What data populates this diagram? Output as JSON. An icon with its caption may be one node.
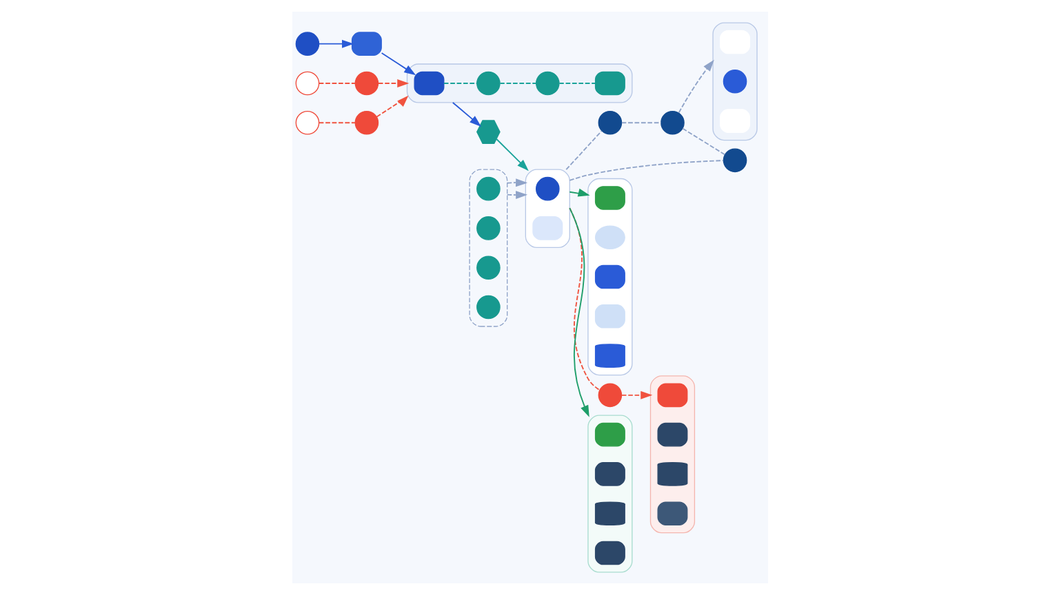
{
  "diagram": {
    "nodes": [
      {
        "text": [],
        "shape": "circle"
      },
      {
        "text": [],
        "shape": "circle"
      },
      {
        "text": [],
        "shape": "circle"
      },
      {
        "text": [],
        "shape": "box"
      },
      {
        "text": [],
        "shape": "circle"
      },
      {
        "text": [],
        "shape": "circle"
      },
      {
        "text": [],
        "shape": "box"
      },
      {
        "text": [],
        "shape": "box",
        "in": 6
      },
      {
        "text": [],
        "shape": "circle",
        "in": 6
      },
      {
        "text": [],
        "shape": "circle",
        "in": 6
      },
      {
        "text": [],
        "shape": "box",
        "in": 6
      },
      {
        "text": [],
        "shape": "hexagon"
      },
      {
        "text": [],
        "shape": "box"
      },
      {
        "text": [],
        "shape": "circle",
        "in": 12
      },
      {
        "text": [],
        "shape": "circle",
        "in": 12
      },
      {
        "text": [],
        "shape": "circle",
        "in": 12
      },
      {
        "text": [],
        "shape": "circle",
        "in": 12
      },
      {
        "text": [],
        "shape": "box"
      },
      {
        "text": [],
        "shape": "circle",
        "in": 17
      },
      {
        "text": [],
        "shape": "box",
        "in": 17
      },
      {
        "text": [],
        "shape": "circle"
      },
      {
        "text": [],
        "shape": "circle"
      },
      {
        "text": [],
        "shape": "circle"
      },
      {
        "text": [],
        "shape": "box"
      },
      {
        "text": [],
        "shape": "box",
        "in": 23
      },
      {
        "text": [],
        "shape": "circle",
        "in": 23
      },
      {
        "text": [],
        "shape": "box",
        "in": 23
      },
      {
        "text": [],
        "shape": "box"
      },
      {
        "text": [],
        "shape": "box",
        "in": 27
      },
      {
        "text": [],
        "shape": "cloud",
        "in": 27
      },
      {
        "text": [],
        "shape": "box",
        "in": 27
      },
      {
        "text": [],
        "shape": "box",
        "in": 27
      },
      {
        "text": [],
        "shape": "cylinder",
        "in": 27
      },
      {
        "text": [],
        "shape": "circle"
      },
      {
        "text": [],
        "shape": "box"
      },
      {
        "text": [],
        "shape": "box",
        "in": 34
      },
      {
        "text": [],
        "shape": "box",
        "in": 34
      },
      {
        "text": [],
        "shape": "cylinder",
        "in": 34
      },
      {
        "text": [],
        "shape": "box",
        "in": 34
      },
      {
        "text": [],
        "shape": "box"
      },
      {
        "text": [],
        "shape": "box",
        "in": 39
      },
      {
        "text": [],
        "shape": "box",
        "in": 39
      },
      {
        "text": [],
        "shape": "cylinder",
        "in": 39
      },
      {
        "text": [],
        "shape": "box",
        "in": 39
      }
    ],
    "edges": [
      {
        "from": 0,
        "to": 3,
        "arrow": "to",
        "color": "#2a5bd7"
      },
      {
        "from": 3,
        "to": 7,
        "arrow": "to",
        "color": "#2a5bd7"
      },
      {
        "from": 1,
        "to": 4,
        "arrow": "none",
        "style": "dashed",
        "color": "#f0533f"
      },
      {
        "from": 4,
        "to": 6,
        "arrow": "to",
        "style": "dashed",
        "color": "#f0533f"
      },
      {
        "from": 2,
        "to": 5,
        "arrow": "none",
        "style": "dashed",
        "color": "#f0533f"
      },
      {
        "from": 5,
        "to": 6,
        "arrow": "to",
        "style": "dashed",
        "color": "#f0533f"
      },
      {
        "from": 7,
        "to": 8,
        "arrow": "none",
        "style": "dashed",
        "color": "#1aa39a"
      },
      {
        "from": 8,
        "to": 9,
        "arrow": "none",
        "style": "dashed",
        "color": "#1aa39a"
      },
      {
        "from": 9,
        "to": 10,
        "arrow": "none",
        "style": "dashed",
        "color": "#1aa39a"
      },
      {
        "from": 6,
        "to": 11,
        "arrow": "to",
        "color": "#2a5bd7"
      },
      {
        "from": 11,
        "to": 17,
        "arrow": "to",
        "color": "#1aa39a"
      },
      {
        "from": 12,
        "to": 17,
        "arrow": "to",
        "style": "dashed",
        "color": "#8fa3c8"
      },
      {
        "from": 12,
        "to": 17,
        "arrow": "to",
        "style": "dashed",
        "color": "#8fa3c8"
      },
      {
        "from": 17,
        "to": 20,
        "arrow": "none",
        "style": "dashed",
        "color": "#8fa3c8"
      },
      {
        "from": 17,
        "to": 22,
        "arrow": "none",
        "style": "dashed",
        "color": "#8fa3c8"
      },
      {
        "from": 20,
        "to": 21,
        "arrow": "none",
        "style": "dashed",
        "color": "#8fa3c8"
      },
      {
        "from": 21,
        "to": 22,
        "arrow": "none",
        "style": "dashed",
        "color": "#8fa3c8"
      },
      {
        "from": 21,
        "to": 23,
        "arrow": "to",
        "style": "dashed",
        "color": "#8fa3c8"
      },
      {
        "from": 17,
        "to": 27,
        "arrow": "to",
        "color": "#1e9e6a"
      },
      {
        "from": 17,
        "to": 33,
        "arrow": "none",
        "style": "dashed",
        "color": "#f0533f"
      },
      {
        "from": 33,
        "to": 34,
        "arrow": "to",
        "style": "dashed",
        "color": "#f0533f"
      },
      {
        "from": 17,
        "to": 39,
        "arrow": "to",
        "color": "#1e9e6a"
      }
    ]
  }
}
